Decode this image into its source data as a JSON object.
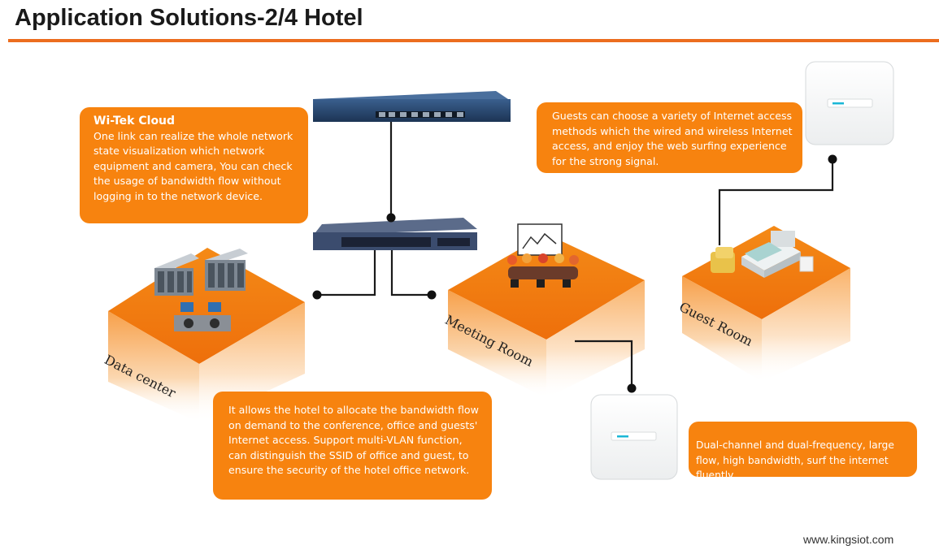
{
  "header": {
    "title": "Application Solutions-2/4 Hotel"
  },
  "callouts": {
    "cloud": {
      "heading": "Wi-Tek Cloud",
      "body": "One link can realize the whole network state visualization which network equipment and camera, You can check the usage of bandwidth flow without logging in to the network device."
    },
    "guests": {
      "body": "Guests can choose a variety of Internet access methods which the wired and wireless Internet access, and enjoy the web surfing experience for the strong signal."
    },
    "bandwidth": {
      "body": "It allows the hotel to allocate the bandwidth flow on demand to the conference, office and guests' Internet access. Support multi-VLAN function, can distinguish the SSID of office and guest, to ensure the security of the hotel office network."
    },
    "ap": {
      "body": "Dual-channel and dual-frequency, large flow, high bandwidth, surf the internet fluently"
    }
  },
  "rooms": {
    "data_center": "Data center",
    "meeting_room": "Meeting Room",
    "guest_room": "Guest Room"
  },
  "footer": {
    "website": "www.kingsiot.com"
  },
  "colors": {
    "accent": "#f7830f",
    "rule": "#ec6d1f",
    "router": "#26456b",
    "switch": "#3b4c6e"
  }
}
